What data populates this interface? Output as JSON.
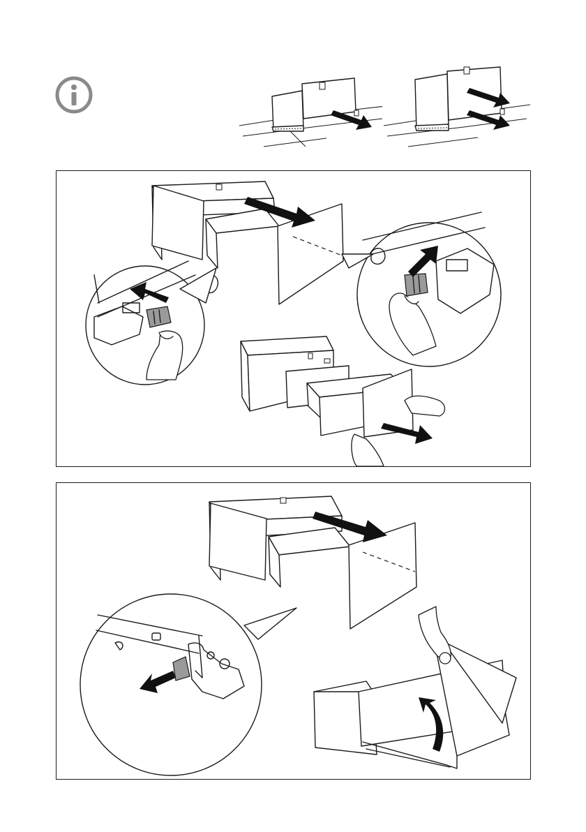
{
  "page": {
    "background": "#ffffff",
    "line_color": "#1a1a1a",
    "clip_color": "#9a9a9a",
    "info_icon_color": "#8a8a8a"
  },
  "header": {
    "info_icon": "info-circle-icon",
    "cabinets": [
      {
        "name": "low-cabinet",
        "arrows": 1
      },
      {
        "name": "tall-cabinet",
        "arrows": 2
      }
    ]
  },
  "panels": [
    {
      "name": "drawer-removal",
      "steps": [
        "pull-drawer-open",
        "release-left-clip",
        "release-right-clip",
        "lift-drawer-out"
      ]
    },
    {
      "name": "drawer-tilt-removal",
      "steps": [
        "pull-drawer-open",
        "release-clip",
        "tilt-drawer-up"
      ]
    }
  ]
}
